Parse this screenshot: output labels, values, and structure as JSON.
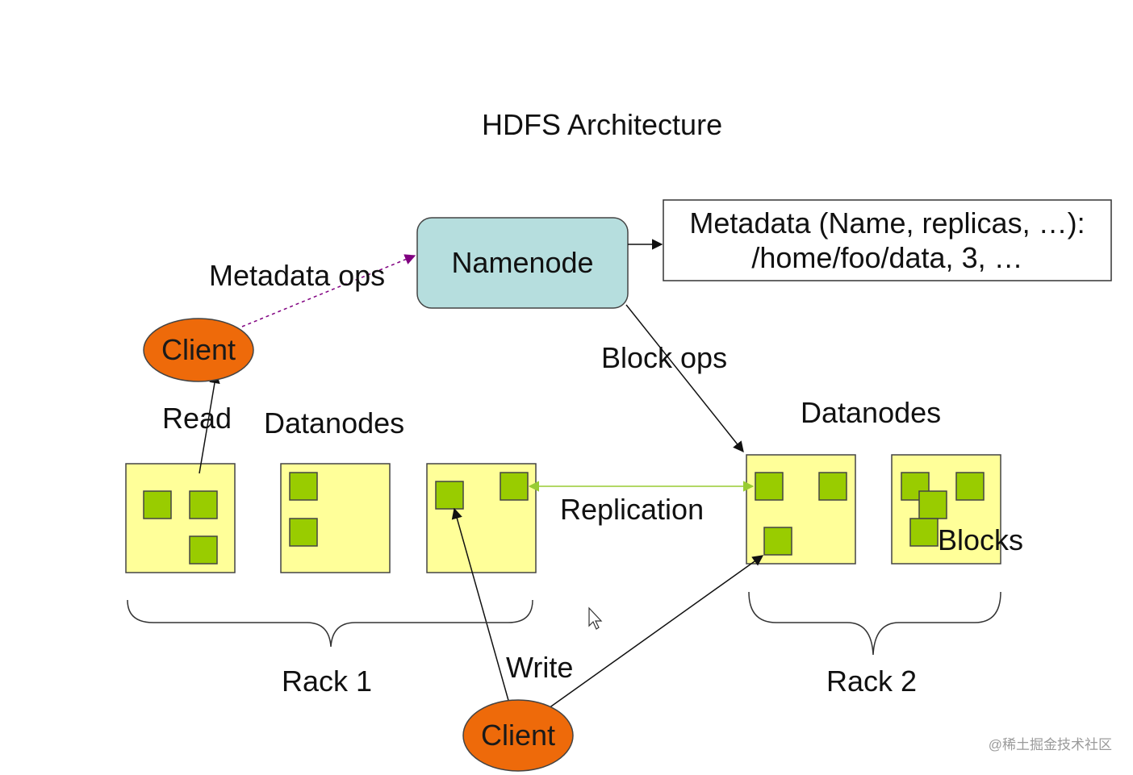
{
  "title": "HDFS Architecture",
  "namenode": {
    "label": "Namenode"
  },
  "metadata_box": {
    "line1": "Metadata (Name, replicas, …):",
    "line2": "/home/foo/data, 3, …"
  },
  "labels": {
    "metadata_ops": "Metadata ops",
    "block_ops": "Block ops",
    "read": "Read",
    "write": "Write",
    "replication": "Replication",
    "datanodes_left": "Datanodes",
    "datanodes_right": "Datanodes",
    "rack1": "Rack 1",
    "rack2": "Rack 2",
    "blocks": "Blocks"
  },
  "clients": {
    "top": "Client",
    "bottom": "Client"
  },
  "watermark": "@稀土掘金技术社区",
  "colors": {
    "namenode_fill": "#b6dede",
    "datanode_fill": "#ffff99",
    "block_fill": "#99cc00",
    "client_fill": "#ee6a0a",
    "metadata_arrow": "#800080",
    "replication_arrow": "#99cc33"
  },
  "icons": {
    "cursor": "mouse-pointer-icon"
  }
}
